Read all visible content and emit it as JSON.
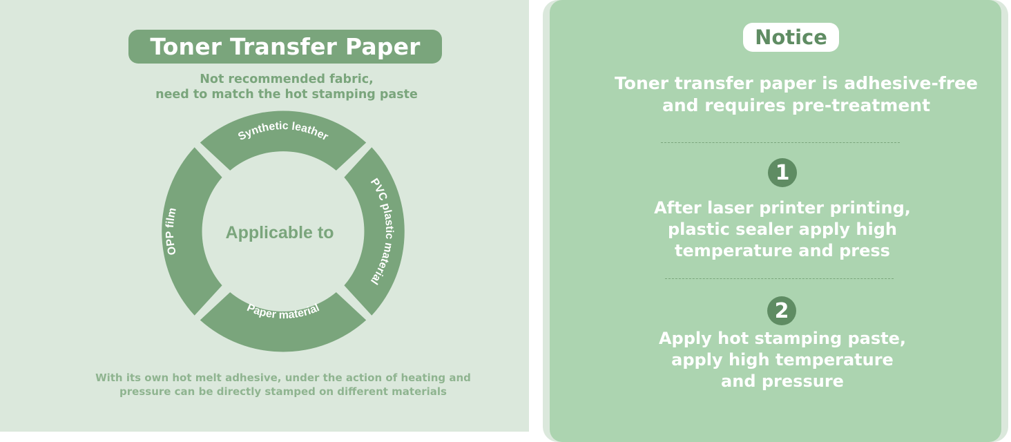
{
  "left": {
    "title": "Toner Transfer Paper",
    "subtitle_lines": [
      "Not recommended fabric,",
      "need to match the hot stamping paste"
    ],
    "center_label": "Applicable to",
    "segments": [
      "Synthetic leather",
      "PVC plastic material",
      "Paper material",
      "OPP film"
    ],
    "footnote_lines": [
      "With its own hot melt adhesive, under the action of heating and",
      "pressure can be directly stamped on different materials"
    ]
  },
  "notice": {
    "title": "Notice",
    "lead_lines": [
      "Toner transfer paper is adhesive-free",
      "and requires pre-treatment"
    ],
    "steps": [
      {
        "number": "1",
        "lines": [
          "After laser printer printing,",
          "plastic sealer apply high",
          "temperature and press"
        ]
      },
      {
        "number": "2",
        "lines": [
          "Apply hot stamping paste,",
          "apply high temperature",
          "and pressure"
        ]
      }
    ]
  },
  "colors": {
    "left_bg": "#dbe8dc",
    "right_bg": "#acd4b0",
    "accent_green": "#7aa57c",
    "dark_green": "#5f8c63",
    "white": "#ffffff"
  }
}
